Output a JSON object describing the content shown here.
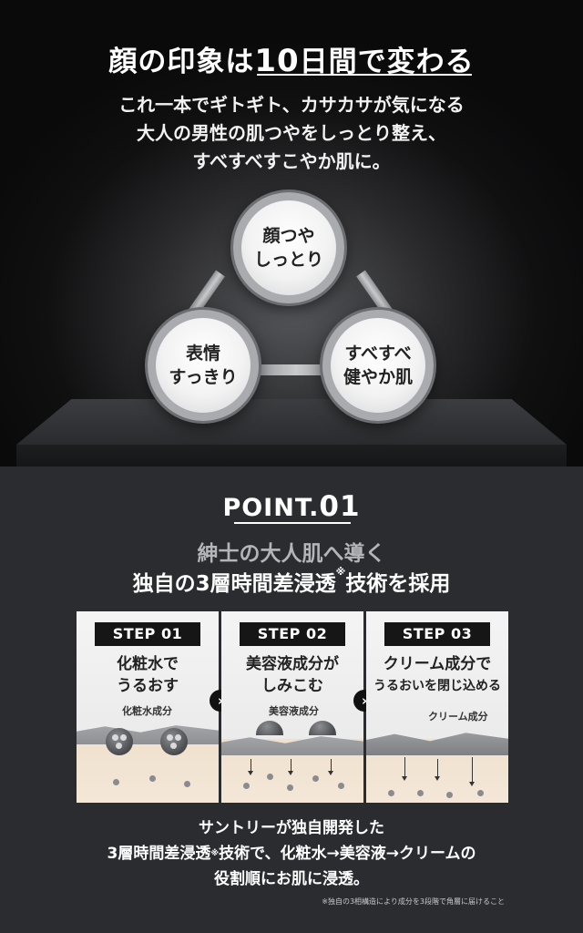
{
  "hero": {
    "title_pre": "顔の印象は",
    "title_num": "10",
    "title_post": "日間で変わる",
    "subtitle": [
      "これ一本でギトギト、カサカサが気になる",
      "大人の男性の肌つやをしっとり整え、",
      "すべすべすこやか肌に。"
    ]
  },
  "circles": {
    "top": [
      "顔つや",
      "しっとり"
    ],
    "left": [
      "表情",
      "すっきり"
    ],
    "right": [
      "すべすべ",
      "健やか肌"
    ]
  },
  "point": {
    "label": "POINT.",
    "number": "01",
    "subtitle1": "紳士の大人肌へ導く",
    "subtitle2_pre": "独自の3層時間差浸透",
    "subtitle2_ast": "※",
    "subtitle2_post": "技術を採用"
  },
  "steps": [
    {
      "badge": "STEP 01",
      "text": [
        "化粧水で",
        "うるおす"
      ],
      "label": "化粧水成分"
    },
    {
      "badge": "STEP 02",
      "text": [
        "美容液成分が",
        "しみこむ"
      ],
      "label": "美容液成分"
    },
    {
      "badge": "STEP 03",
      "text": [
        "クリーム成分で",
        "うるおいを閉じ込める"
      ],
      "label": "クリーム成分"
    }
  ],
  "description": {
    "line1": "サントリーが独自開発した",
    "line2_pre": "3層時間差浸透",
    "line2_ast": "※",
    "line2_post": "技術で、化粧水→美容液→クリームの",
    "line3": "役割順にお肌に浸透。"
  },
  "footnote": "※独自の3相構造により成分を3段階で角層に届けること",
  "icons": [
    "chevron-right-icon",
    "chevron-right-icon"
  ],
  "colors": {
    "background": "#2b2c30",
    "hero_dark": "#0a0a0b",
    "badge": "#161617",
    "panel": "#f4f4f4"
  }
}
